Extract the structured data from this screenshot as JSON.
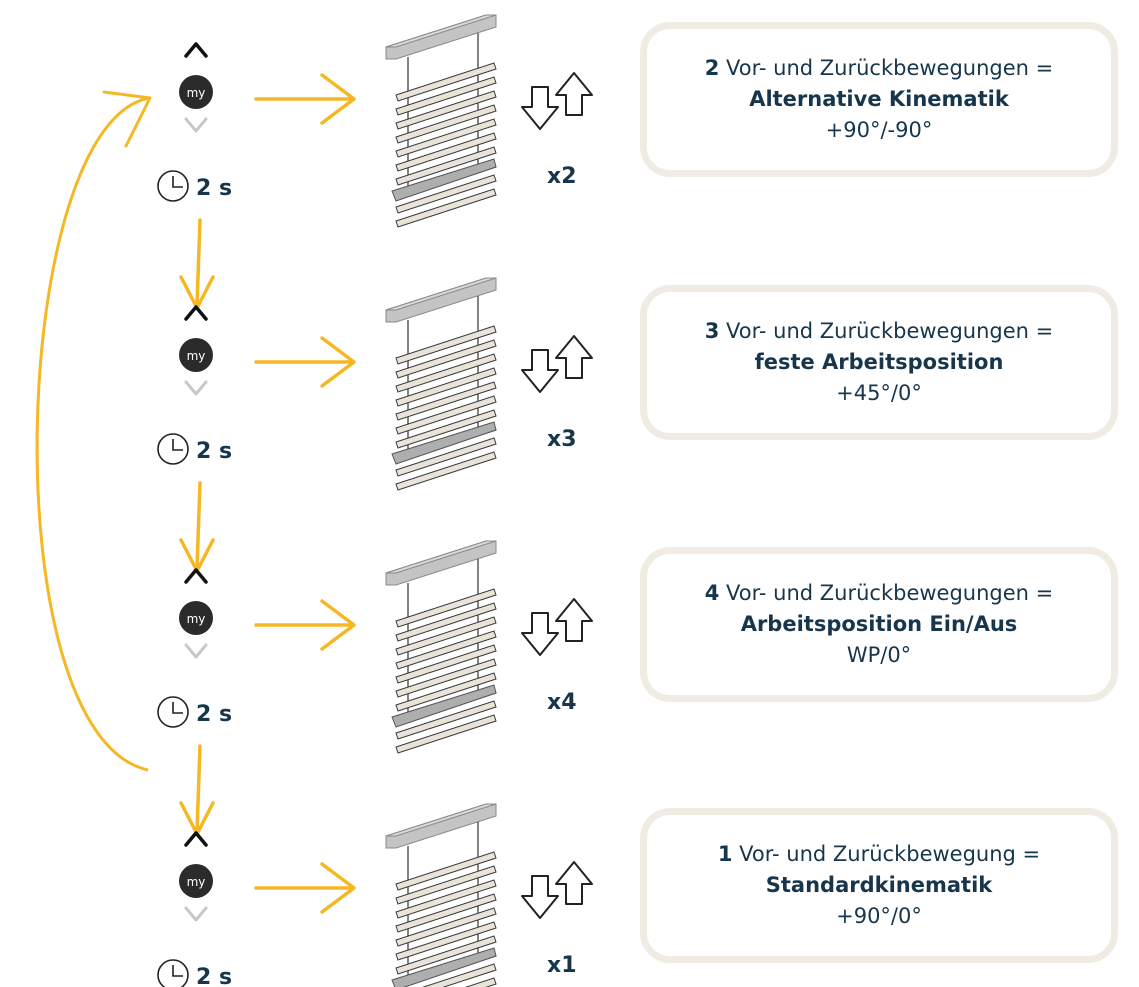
{
  "colors": {
    "arrow": "#f5b824",
    "text": "#17364b",
    "box_border": "#f1ece3",
    "button_dark": "#2b2b2b",
    "chevron_light": "#c8c8c8",
    "slat": "#e9e3da",
    "rail": "#aeaeae"
  },
  "icons": [
    "up-chevron-icon",
    "my-button-icon",
    "down-chevron-icon",
    "clock-icon",
    "blind-icon",
    "down-up-arrows-icon",
    "arrow-right-icon"
  ],
  "steps": [
    {
      "button_label": "my",
      "timer": "2 s",
      "count": "x2",
      "box": {
        "number": "2",
        "line1_rest": "Vor- und Zurückbewegungen =",
        "title": "Alternative Kinematik",
        "angles": "+90°/-90°"
      }
    },
    {
      "button_label": "my",
      "timer": "2 s",
      "count": "x3",
      "box": {
        "number": "3",
        "line1_rest": "Vor- und Zurückbewegungen =",
        "title": "feste Arbeitsposition",
        "angles": "+45°/0°"
      }
    },
    {
      "button_label": "my",
      "timer": "2 s",
      "count": "x4",
      "box": {
        "number": "4",
        "line1_rest": "Vor- und Zurückbewegungen =",
        "title": "Arbeitsposition Ein/Aus",
        "angles": "WP/0°"
      }
    },
    {
      "button_label": "my",
      "timer": "2 s",
      "count": "x1",
      "box": {
        "number": "1",
        "line1_rest": "Vor- und Zurückbewegung =",
        "title": "Standardkinematik",
        "angles": "+90°/0°"
      }
    }
  ]
}
